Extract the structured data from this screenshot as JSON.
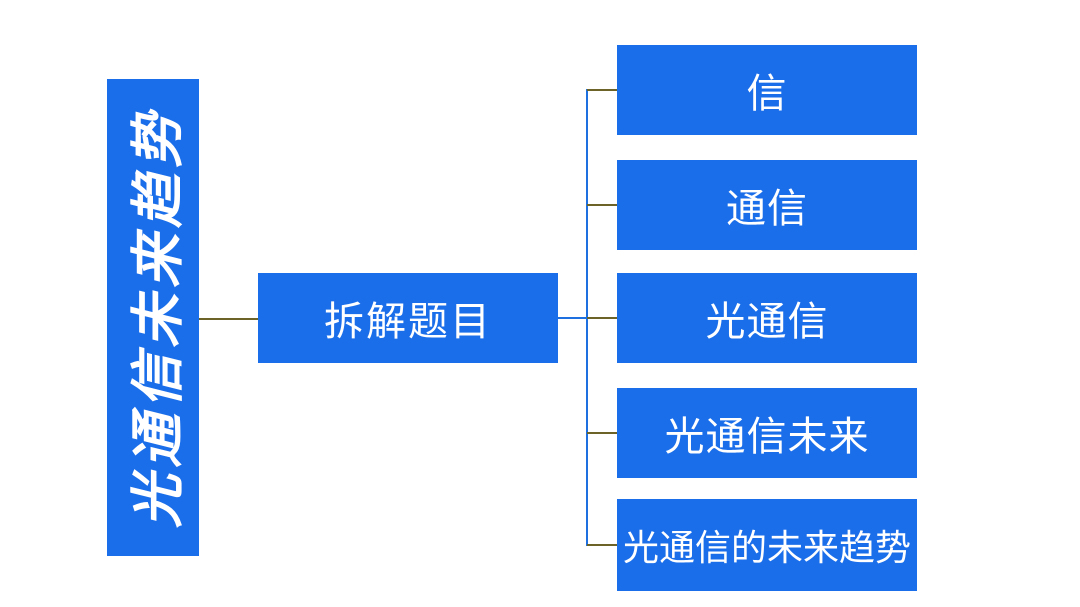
{
  "diagram": {
    "type": "mind-map",
    "root": {
      "label": "光通信未来趋势"
    },
    "middle": {
      "label": "拆解题目"
    },
    "leaves": [
      {
        "label": "信"
      },
      {
        "label": "通信"
      },
      {
        "label": "光通信"
      },
      {
        "label": "光通信未来"
      },
      {
        "label": "光通信的未来趋势"
      }
    ],
    "colors": {
      "node_fill": "#1b6eea",
      "node_text": "#ffffff",
      "branch_line": "#1e6fe0",
      "stub_line": "#6b6328",
      "background": "#ffffff"
    }
  }
}
